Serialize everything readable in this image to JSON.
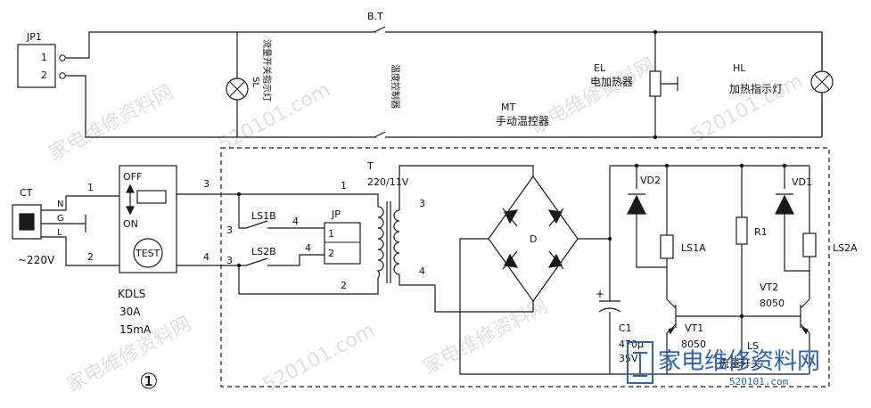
{
  "labels": {
    "jp1": "JP1",
    "jp1_pin1": "1",
    "jp1_pin2": "2",
    "bt": "B.T",
    "sl": "SL",
    "sl_desc": "流量开关指示灯",
    "bt_desc": "温度控制器",
    "mt": "MT",
    "mt_desc": "手动温控器",
    "el": "EL",
    "el_desc": "电加热器",
    "hl": "HL",
    "hl_desc": "加热指示灯",
    "ct": "CT",
    "ct_n": "N",
    "ct_g": "G",
    "ct_l": "L",
    "mains": "~220V",
    "w1": "1",
    "w2": "2",
    "off": "OFF",
    "on": "ON",
    "test": "TEST",
    "kdls": "KDLS",
    "kdls_a": "30A",
    "kdls_ma": "15mA",
    "n3a": "3",
    "n4a": "4",
    "n3b": "3",
    "n3c": "3",
    "n4b": "4",
    "ls1b": "LS1B",
    "ls2b": "LS2B",
    "t": "T",
    "t_ratio": "220/11V",
    "t1": "1",
    "t2": "2",
    "t3": "3",
    "t4": "4",
    "jp": "JP",
    "jp_1": "1",
    "jp_2": "2",
    "jp_4a": "4",
    "jp_4b": "4",
    "d": "D",
    "c1": "C1",
    "c1_v1": "470μ",
    "c1_v2": "35V",
    "vd2": "VD2",
    "vd1": "VD1",
    "ls1a": "LS1A",
    "ls2a": "LS2A",
    "r1": "R1",
    "vt1": "VT1",
    "vt1_type": "8050",
    "vt2": "VT2",
    "vt2_type": "8050",
    "ls": "LS",
    "ls_desc": "流量开关",
    "figure_no": "①",
    "wm_cn": "家电维修资料网",
    "wm_url": "520101.com"
  }
}
